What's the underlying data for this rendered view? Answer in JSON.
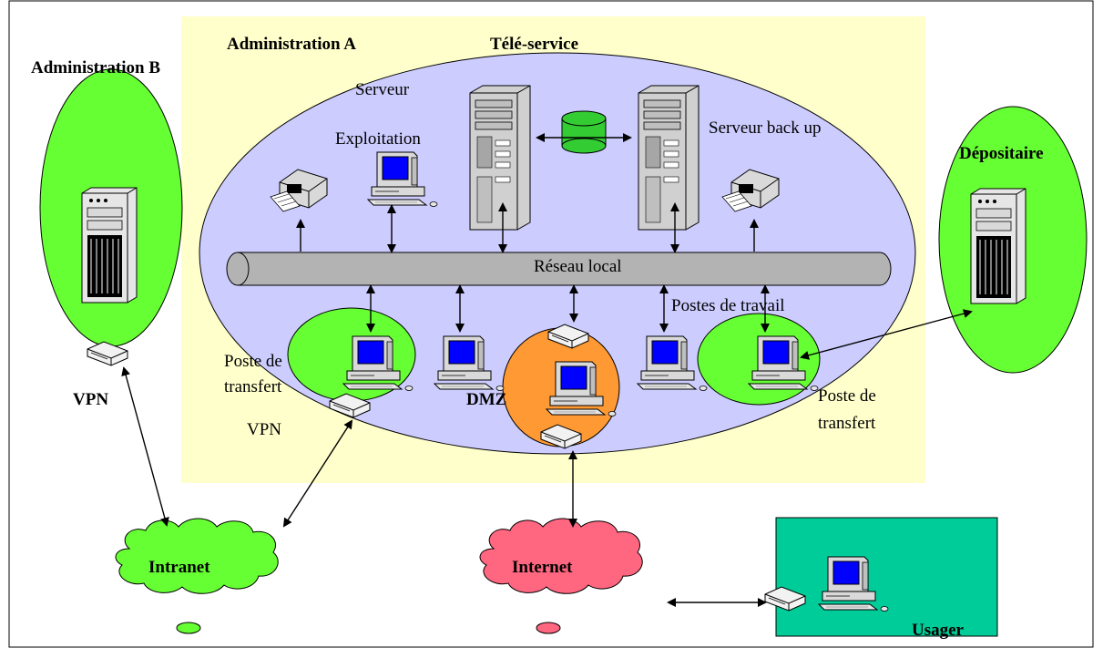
{
  "labels": {
    "admin_b": "Administration B",
    "admin_a": "Administration A",
    "teleservice": "Télé-service",
    "serveur": "Serveur",
    "exploitation": "Exploitation",
    "serveur_backup": "Serveur back up",
    "depositaire": "Dépositaire",
    "reseau_local": "Réseau local",
    "postes_de_travail": "Postes de travail",
    "poste_de_transfert_left_1": "Poste de",
    "poste_de_transfert_left_2": "transfert",
    "poste_de_transfert_right_1": "Poste de",
    "poste_de_transfert_right_2": "transfert",
    "vpn_inside": "VPN",
    "vpn_left": "VPN",
    "dmz": "DMZ",
    "intranet": "Intranet",
    "internet": "Internet",
    "usager": "Usager"
  },
  "colors": {
    "zone_yellow": "#ffffcc",
    "ellipse_lavender": "#ccccff",
    "green": "#66ff33",
    "orange": "#ff9933",
    "pink": "#ff6680",
    "teal": "#00cc99",
    "bus_grey": "#b3b3b3",
    "screen_blue": "#0000ff"
  }
}
